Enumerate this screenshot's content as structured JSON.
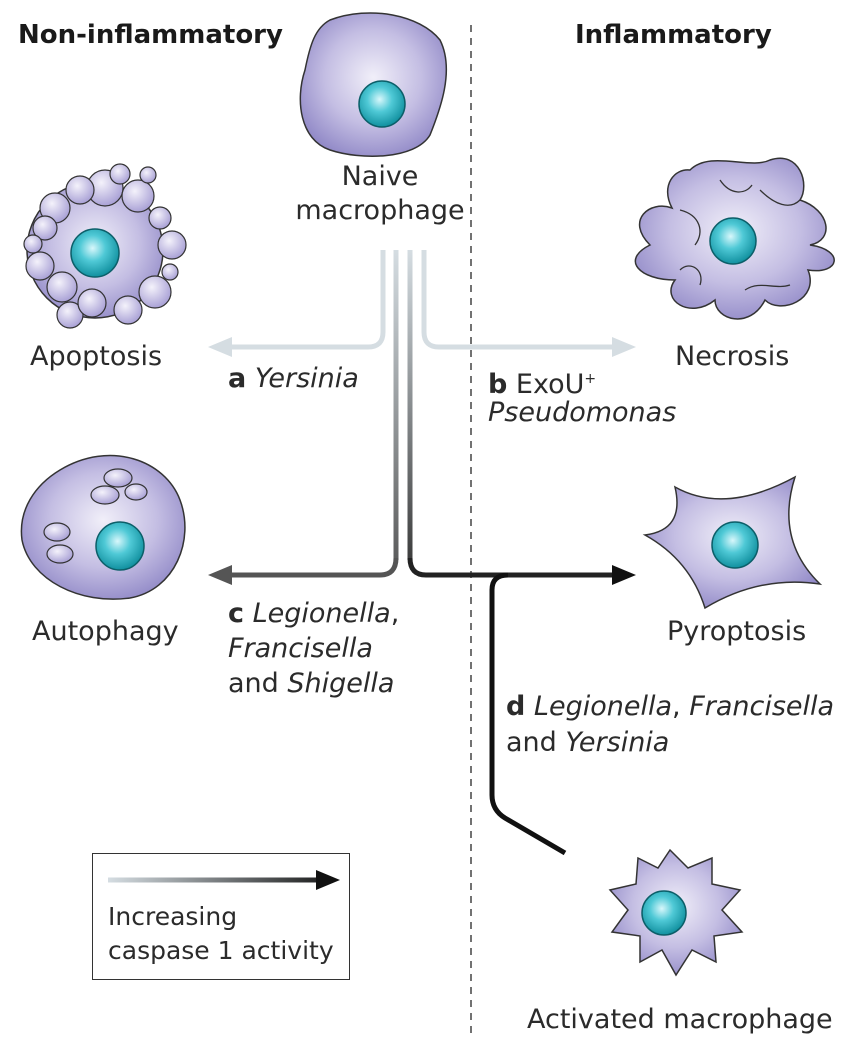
{
  "headings": {
    "left": "Non-inflammatory",
    "right": "Inflammatory"
  },
  "cells": {
    "naive": [
      "Naive",
      "macrophage"
    ],
    "apoptosis": "Apoptosis",
    "necrosis": "Necrosis",
    "autophagy": "Autophagy",
    "pyroptosis": "Pyroptosis",
    "activated": "Activated macrophage"
  },
  "pathways": {
    "a": {
      "letter": "a",
      "organism": "Yersinia"
    },
    "b": {
      "letter": "b",
      "prefix": "ExoU",
      "sup": "+",
      "organism": "Pseudomonas"
    },
    "c": {
      "letter": "c",
      "org1": "Legionella",
      "comma": ",",
      "org2": "Francisella",
      "and": "and ",
      "org3": "Shigella"
    },
    "d": {
      "letter": "d",
      "org1": "Legionella",
      "comma": ", ",
      "org2": "Francisella",
      "and": "and ",
      "org3": "Yersinia"
    }
  },
  "legend": {
    "line1": "Increasing",
    "line2": "caspase 1 activity"
  },
  "colors": {
    "cell_fill": "#b3acd9",
    "cell_dark": "#8c84c4",
    "nucleus": "#2bb5c4",
    "arrow_light": "#d5dde2",
    "arrow_dark": "#111111"
  }
}
